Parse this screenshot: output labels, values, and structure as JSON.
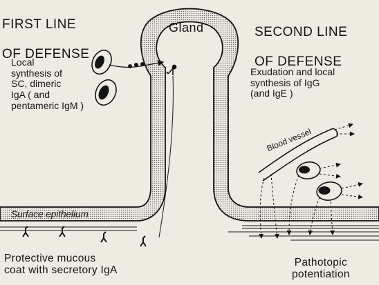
{
  "first_line": {
    "title_line1": "FIRST LINE",
    "title_line2": "OF DEFENSE",
    "local_synthesis": "Local\nsynthesis of\nSC, dimeric\nIgA ( and\npentameric IgM )"
  },
  "second_line": {
    "title_line1": "SECOND LINE",
    "title_line2": "OF DEFENSE",
    "exudation": "Exudation and local\nsynthesis of IgG\n(and IgE )"
  },
  "gland_label": "Gland",
  "blood_vessel_label": "Blood vessel",
  "surface_epithelium_label": "Surface epithelium",
  "mucous_coat_label": "Protective mucous\ncoat with secretory IgA",
  "pathotopic_label": "Pathotopic\npotentiation"
}
